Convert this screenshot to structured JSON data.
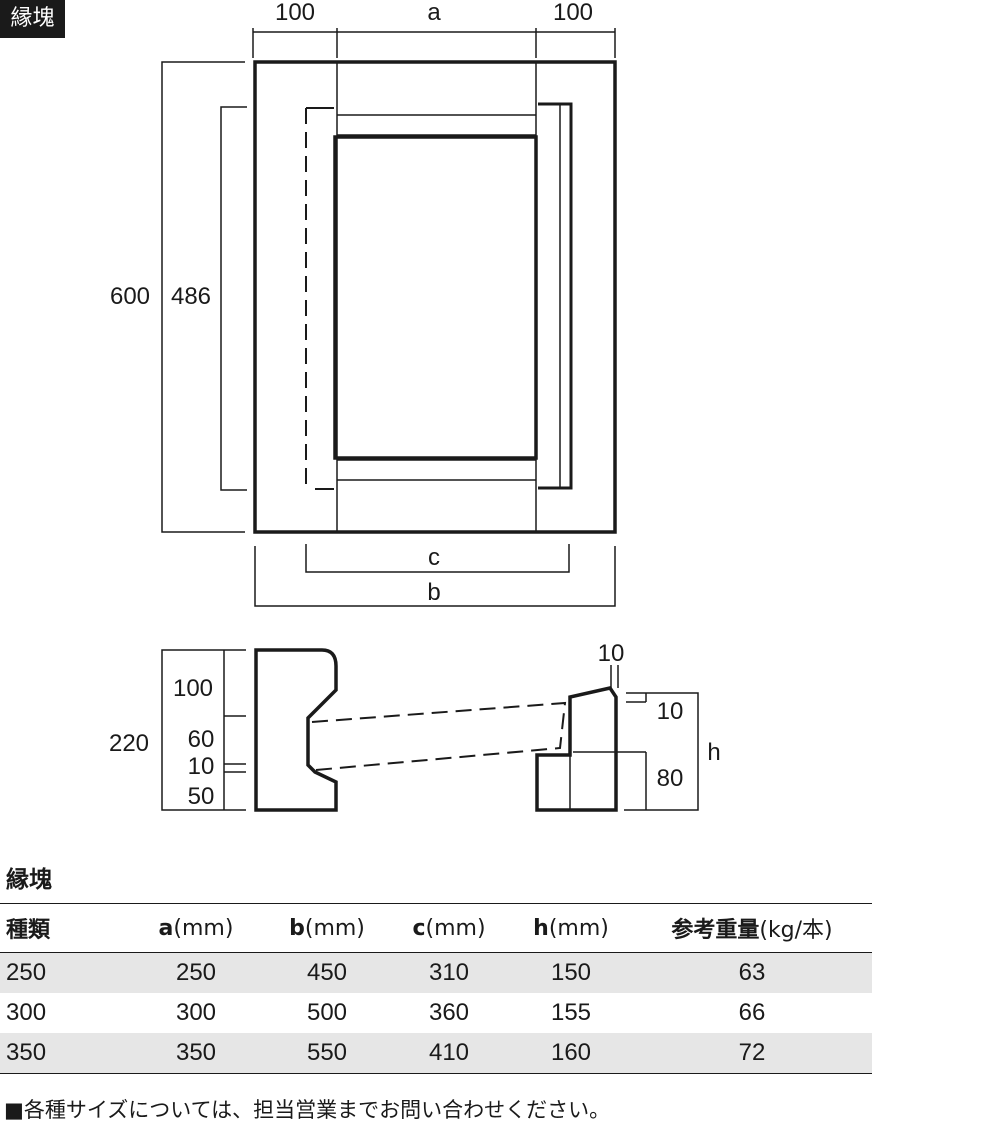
{
  "badge": "縁塊",
  "plan_view": {
    "dim_top_left": "100",
    "dim_top_mid": "a",
    "dim_top_right": "100",
    "dim_outer_height": "600",
    "dim_inner_height": "486",
    "dim_c": "c",
    "dim_b": "b"
  },
  "section_view": {
    "dim_total": "220",
    "dim_100": "100",
    "dim_60": "60",
    "dim_10": "10",
    "dim_50": "50",
    "dim_top_10": "10",
    "dim_right_10": "10",
    "dim_80": "80",
    "dim_h": "h"
  },
  "table": {
    "title": "縁塊",
    "headers": [
      {
        "name": "種類",
        "unit": ""
      },
      {
        "name": "a",
        "unit": "(mm)"
      },
      {
        "name": "b",
        "unit": "(mm)"
      },
      {
        "name": "c",
        "unit": "(mm)"
      },
      {
        "name": "h",
        "unit": "(mm)"
      },
      {
        "name": "参考重量",
        "unit": "(kg/本)"
      }
    ],
    "rows": [
      [
        "250",
        "250",
        "450",
        "310",
        "150",
        "63"
      ],
      [
        "300",
        "300",
        "500",
        "360",
        "155",
        "66"
      ],
      [
        "350",
        "350",
        "550",
        "410",
        "160",
        "72"
      ]
    ]
  },
  "note": "■各種サイズについては、担当営業までお問い合わせください。"
}
